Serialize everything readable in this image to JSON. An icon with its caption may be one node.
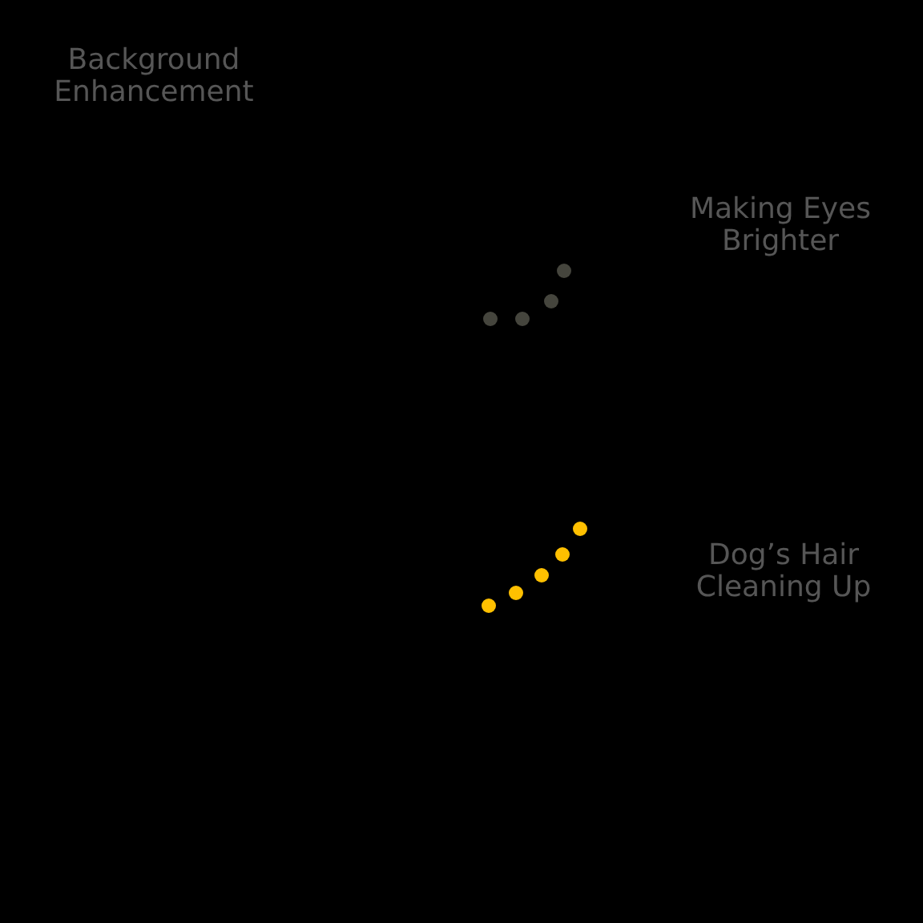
{
  "diagram": {
    "labels": [
      "Background Enhancement",
      "Making Eyes Brighter",
      "Dog’s Hair Cleaning Up"
    ]
  }
}
